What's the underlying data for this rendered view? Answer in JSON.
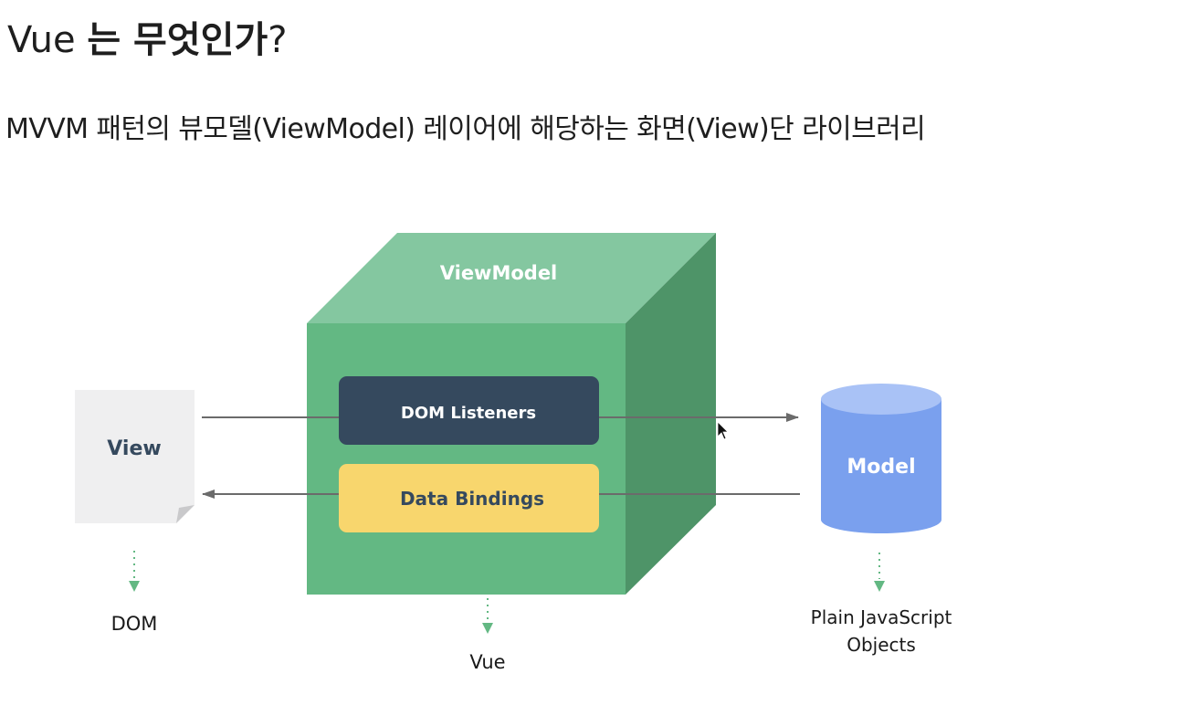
{
  "heading": {
    "prefix": "Vue ",
    "bold": "는 무엇인가",
    "suffix": "?"
  },
  "subtitle": "MVVM 패턴의 뷰모델(ViewModel) 레이어에 해당하는 화면(View)단 라이브러리",
  "diagram": {
    "viewmodel_label": "ViewModel",
    "dom_listeners_label": "DOM Listeners",
    "data_bindings_label": "Data Bindings",
    "view_label": "View",
    "model_label": "Model",
    "dom_caption": "DOM",
    "vue_caption": "Vue",
    "model_caption_line1": "Plain JavaScript",
    "model_caption_line2": "Objects",
    "colors": {
      "cube_front": "#63b883",
      "cube_top": "#84c7a0",
      "cube_side": "#4e9468",
      "dom_listeners_bg": "#35495e",
      "data_bindings_bg": "#f8d66d",
      "view_doc": "#efeff0",
      "model_body": "#7aa0ee",
      "model_top": "#a9c2f6",
      "arrow": "#6b6b6b",
      "dotted_arrow": "#63b883"
    }
  }
}
